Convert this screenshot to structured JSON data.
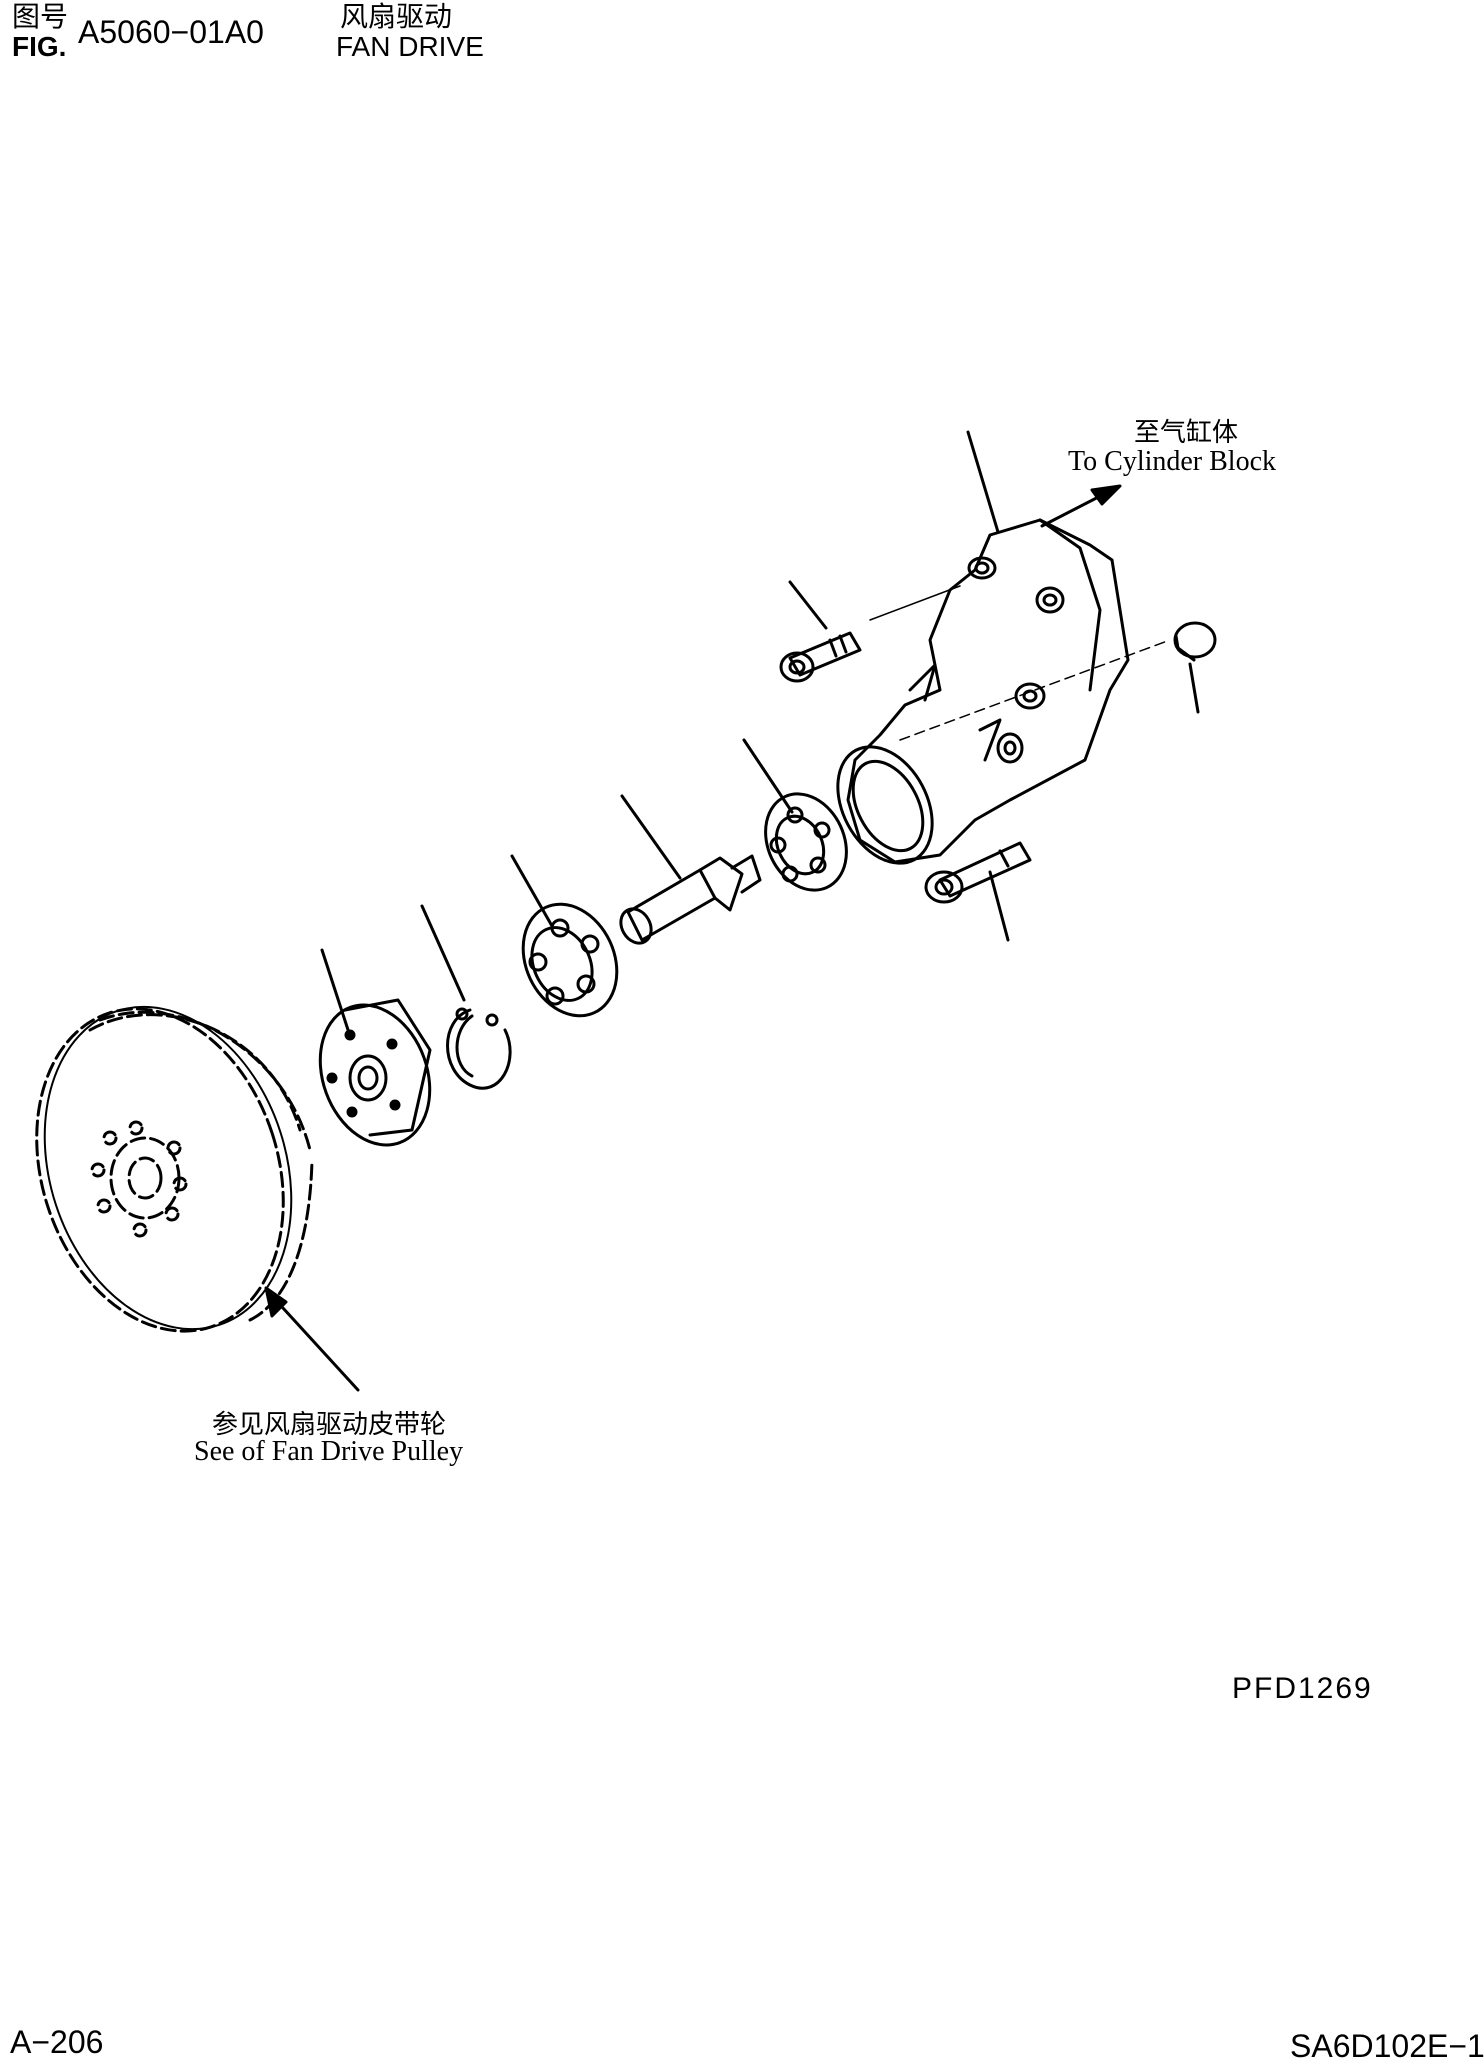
{
  "header": {
    "fig_label_cn": "图号",
    "fig_label_en": "FIG.",
    "fig_number": "A5060−01A0",
    "title_cn": "风扇驱动",
    "title_en": "FAN DRIVE"
  },
  "callouts": {
    "to_cylinder_block_cn": "至气缸体",
    "to_cylinder_block_en": "To Cylinder Block",
    "see_pulley_cn": "参见风扇驱动皮带轮",
    "see_pulley_en": "See of Fan Drive Pulley"
  },
  "drawing_code": "PFD1269",
  "footer": {
    "page": "A−206",
    "model": "SA6D102E−1"
  }
}
